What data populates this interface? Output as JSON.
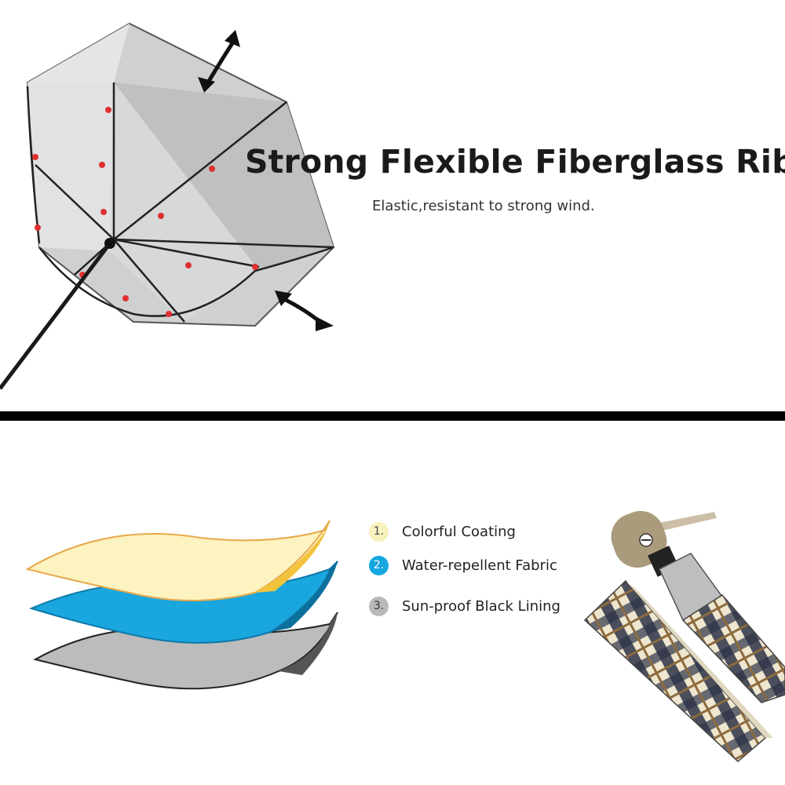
{
  "headline": "Strong Flexible Fiberglass Ribs",
  "subline": "Elastic,resistant to strong wind.",
  "layers": [
    {
      "number": "1.",
      "label": "Colorful Coating",
      "badge_color": "#f7f1bd",
      "number_color": "#444444"
    },
    {
      "number": "2.",
      "label": "Water-repellent Fabric",
      "badge_color": "#16a7e0",
      "number_color": "#ffffff"
    },
    {
      "number": "3.",
      "label": "Sun-proof Black Lining",
      "badge_color": "#b9b9b9",
      "number_color": "#333333"
    }
  ],
  "colors": {
    "divider": "#000000",
    "canopy": "#c9cacb",
    "rib_tip": "#e03030",
    "coating_layer": "#fcf3c0",
    "fabric_layer": "#1aa6de",
    "lining_layer": "#bdbdbd",
    "plaid_dark": "#2e3447",
    "plaid_light": "#efe6cf",
    "handle": "#a99b7c"
  },
  "icons": [
    "double-arrow-icon",
    "double-arrow-icon"
  ]
}
